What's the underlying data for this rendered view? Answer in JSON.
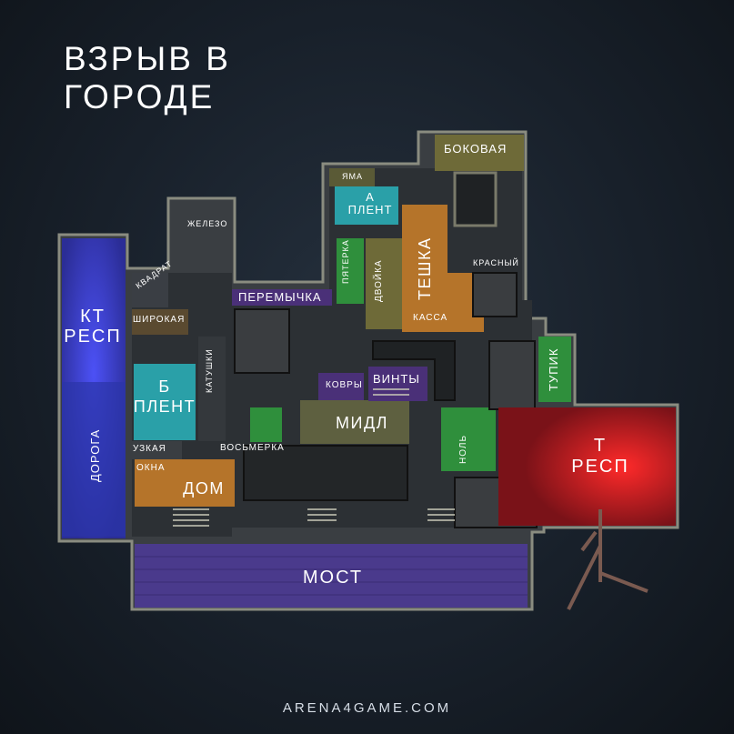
{
  "title": {
    "line1": "ВЗРЫВ В",
    "line2": "ГОРОДЕ"
  },
  "footer": "ARENA4GAME.COM",
  "colors": {
    "ct_spawn": "#3a3de0",
    "t_spawn": "#c8141c",
    "bombsite": "#2aa0a8",
    "bridge": "#4a3a8c",
    "mid": "#5e6040",
    "orange_zone": "#b5742a",
    "green_zone": "#2f8f3c",
    "olive_zone": "#6e6a38",
    "purple_zone": "#4a3078"
  },
  "labels": {
    "ct_spawn_1": "КТ",
    "ct_spawn_2": "РЕСП",
    "t_spawn_1": "Т",
    "t_spawn_2": "РЕСП",
    "b_site_1": "Б",
    "b_site_2": "ПЛЕНТ",
    "a_site_1": "А",
    "a_site_2": "ПЛЕНТ",
    "most": "МОСТ",
    "mid": "МИДЛ",
    "dom": "ДОМ",
    "doroga": "ДОРОГА",
    "kvadrat": "КВАДРАТ",
    "shirokaya": "ШИРОКАЯ",
    "katushki": "КАТУШКИ",
    "uzkaya": "УЗКАЯ",
    "okna": "ОКНА",
    "vosmerka": "ВОСЬМЕРКА",
    "zhelezo": "ЖЕЛЕЗО",
    "peremychka": "ПЕРЕМЫЧКА",
    "kovry": "КОВРЫ",
    "vinty": "ВИНТЫ",
    "pyaterka": "ПЯТЕРКА",
    "dvoyka": "ДВОЙКА",
    "teshka": "ТЕШКА",
    "kassa": "КАССА",
    "yama": "ЯМА",
    "bokovaya": "БОКОВАЯ",
    "krasny": "КРАСНЫЙ",
    "tupik": "ТУПИК",
    "nol": "НОЛЬ"
  }
}
